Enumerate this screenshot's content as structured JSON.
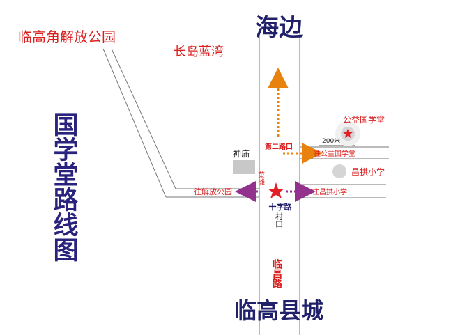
{
  "title": "国学堂路线图",
  "labels": {
    "haibian": "海边",
    "linshi": "临高县城",
    "park_far": "临高角解放公园",
    "changdao": "长岛蓝湾",
    "gongyi": "公益国学堂",
    "changgong": "昌拱小学",
    "shenmiao": "神庙",
    "dier": "第二路口",
    "to_gongyi": "往公益国学堂",
    "to_changgong": "往昌拱小学",
    "to_park": "往解放公园",
    "caitan": "菜摊",
    "shizi": "十字路",
    "cunkou": "村口",
    "linchang": "临昌路",
    "distance": "200米"
  },
  "colors": {
    "title": "#2a237d",
    "red_text": "#d9201f",
    "orange_arrow": "#e8820c",
    "purple_arrow": "#93328d",
    "road_line": "#777777",
    "navy": "#21206b",
    "gray_box": "#c8c8c8",
    "star": "#e01f26"
  },
  "icons": {
    "star": "star-icon",
    "circle": "circle-marker-icon",
    "box": "building-box-icon"
  }
}
